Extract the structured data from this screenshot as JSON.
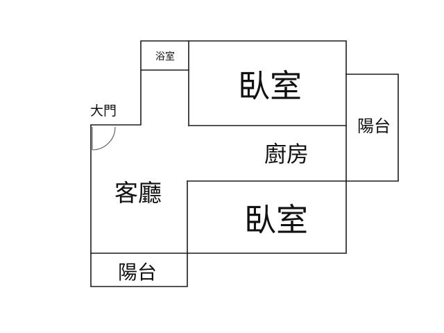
{
  "rooms": {
    "bathroom": "浴室",
    "bedroom_top": "臥室",
    "balcony_right": "陽台",
    "kitchen": "廚房",
    "living_room": "客廳",
    "bedroom_bottom": "臥室",
    "balcony_bottom": "陽台"
  },
  "entrance": "大門",
  "colors": {
    "walls": "#1a1a1a",
    "door": "#555555",
    "background": "#ffffff"
  }
}
